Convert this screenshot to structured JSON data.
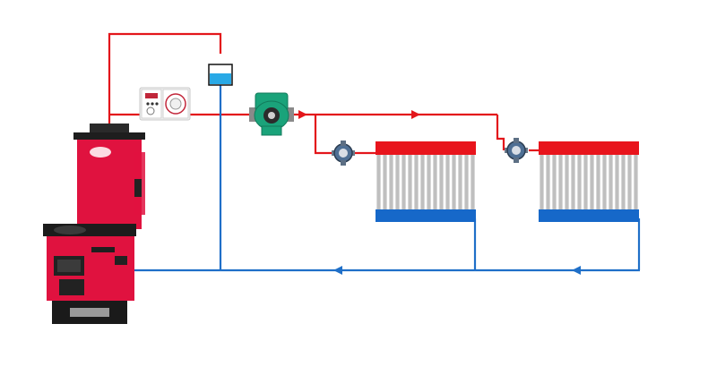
{
  "colors": {
    "supply_pipe": "#e3161b",
    "return_pipe": "#1f6fc8",
    "boiler_body": "#e0123f",
    "boiler_dark": "#1c1c1c",
    "radiator_top": "#e8141c",
    "radiator_bottom": "#1668c9",
    "radiator_fins": "#bfbfbf",
    "pump_green": "#1aa37a",
    "expansion_water": "#29a9e6"
  },
  "components": {
    "boiler": {
      "icon": "coal-boiler-icon"
    },
    "controller": {
      "icon": "temperature-controller-icon"
    },
    "expansion_tank": {
      "icon": "expansion-tank-icon"
    },
    "pump": {
      "icon": "circulation-pump-icon"
    },
    "valves": [
      {
        "icon": "valve-icon"
      },
      {
        "icon": "valve-icon"
      }
    ],
    "radiators": [
      {
        "icon": "radiator-icon"
      },
      {
        "icon": "radiator-icon"
      }
    ]
  },
  "flow_arrows": {
    "supply": [
      "right-arrow",
      "right-arrow"
    ],
    "return": [
      "left-arrow",
      "left-arrow"
    ]
  }
}
